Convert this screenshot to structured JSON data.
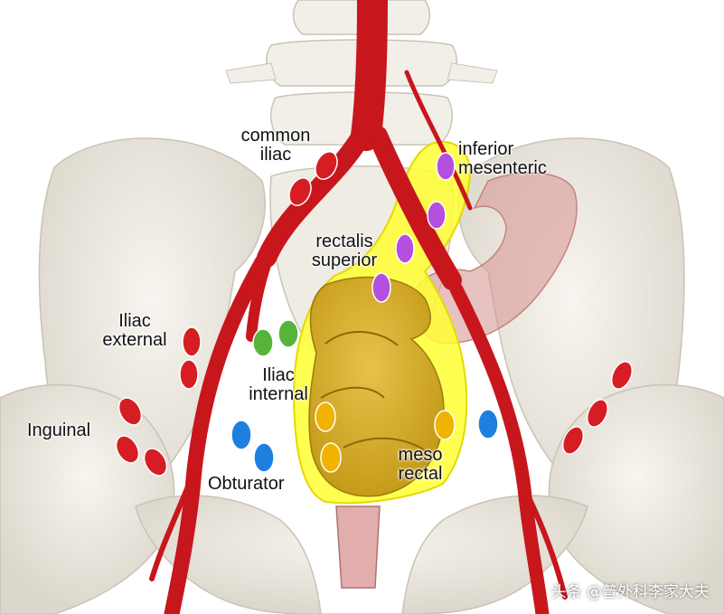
{
  "labels": {
    "common_iliac": [
      "common",
      "iliac"
    ],
    "inferior_mesenteric": [
      "inferior",
      "mesenteric"
    ],
    "rectalis_superior": [
      "rectalis",
      "superior"
    ],
    "iliac_external": [
      "Iliac",
      "external"
    ],
    "iliac_internal": [
      "Iliac",
      "internal"
    ],
    "inguinal": "Inguinal",
    "obturator": "Obturator",
    "meso_rectal": [
      "meso",
      "rectal"
    ]
  },
  "watermark": "头条 @普外科李家大夫",
  "colors": {
    "artery": "#c8161d",
    "bone": "#ece9e1",
    "mesorectum_outline": "#f5ef00",
    "rectum": "#d1a21c",
    "sigmoid": "#d99a98",
    "node_red": "#d61d23",
    "node_purple": "#b54fe0",
    "node_green": "#56b43a",
    "node_yellow": "#f0b400",
    "node_blue": "#1e7fe0"
  }
}
